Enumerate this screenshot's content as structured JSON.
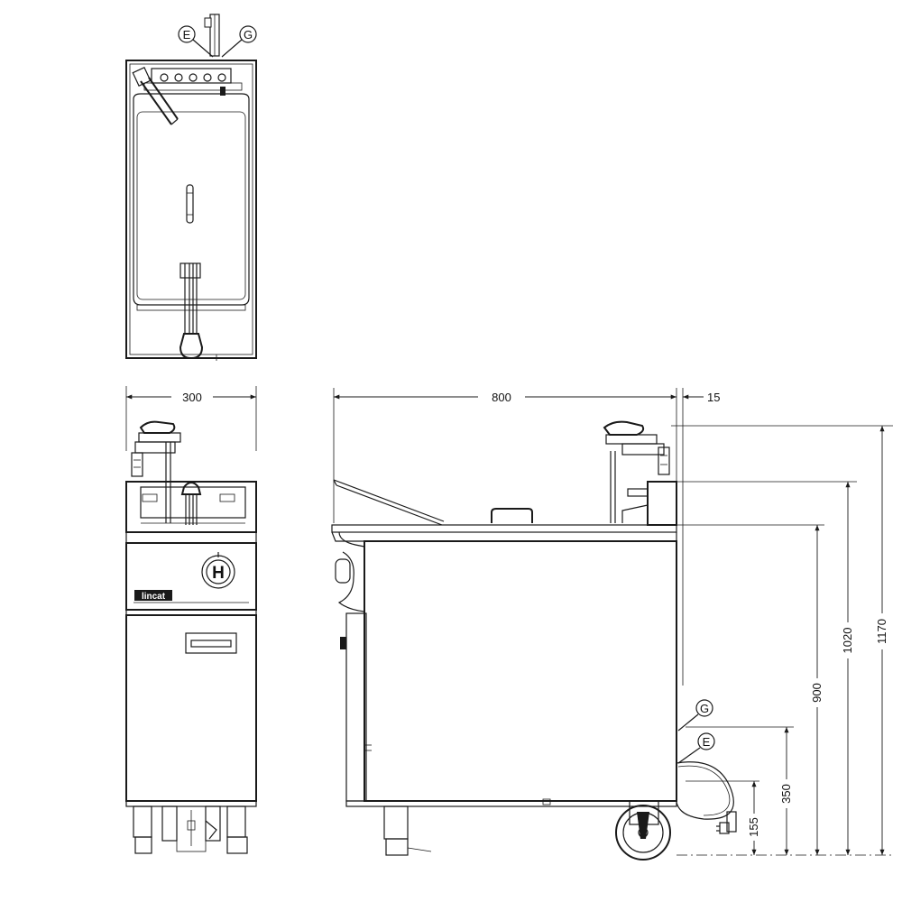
{
  "callouts": {
    "e": "E",
    "g": "G"
  },
  "brand": "lincat",
  "logo_letter": "H",
  "dimensions": {
    "front_width": "300",
    "side_depth": "800",
    "side_offset": "15",
    "h_1170": "1170",
    "h_1020": "1020",
    "h_900": "900",
    "h_350": "350",
    "h_155": "155"
  }
}
